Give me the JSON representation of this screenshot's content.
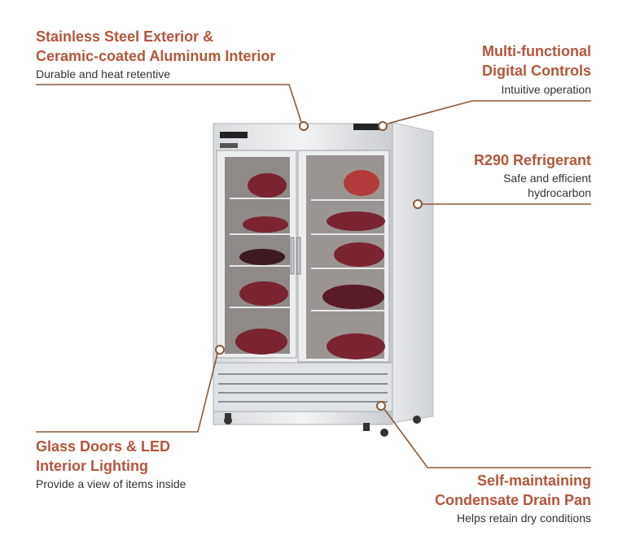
{
  "accent_color": "#b4563b",
  "line_color": "#8a5a36",
  "features": [
    {
      "title_lines": [
        "Stainless Steel Exterior &",
        "Ceramic-coated Aluminum Interior"
      ],
      "subtitle_lines": [
        "Durable and heat retentive"
      ]
    },
    {
      "title_lines": [
        "Multi-functional",
        "Digital Controls"
      ],
      "subtitle_lines": [
        "Intuitive operation"
      ]
    },
    {
      "title_lines": [
        "R290 Refrigerant"
      ],
      "subtitle_lines": [
        "Safe and efficient",
        "hydrocarbon"
      ]
    },
    {
      "title_lines": [
        "Glass Doors & LED",
        "Interior Lighting"
      ],
      "subtitle_lines": [
        "Provide a view of items inside"
      ]
    },
    {
      "title_lines": [
        "Self-maintaining",
        "Condensate Drain Pan"
      ],
      "subtitle_lines": [
        "Helps retain dry conditions"
      ]
    }
  ]
}
